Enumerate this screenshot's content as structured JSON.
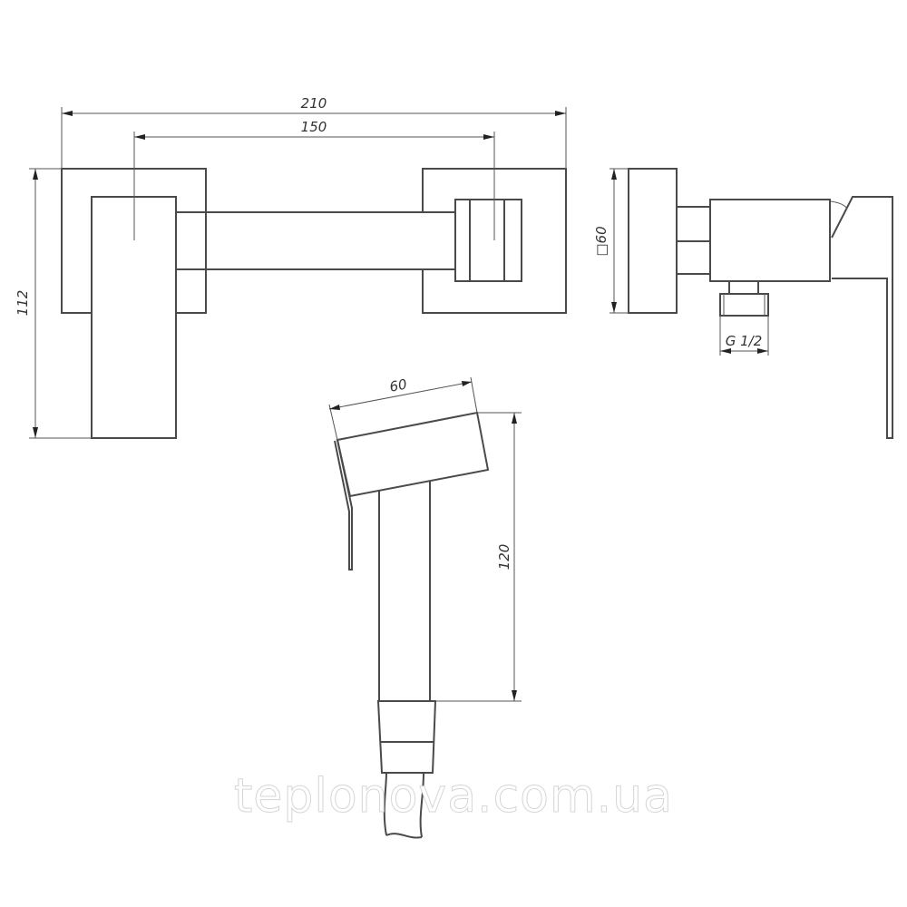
{
  "drawing": {
    "front_view": {
      "dim_overall_width": "210",
      "dim_center_distance": "150",
      "dim_height": "112"
    },
    "side_view": {
      "dim_plate_size": "□60",
      "dim_thread": "G 1/2"
    },
    "hand_shower": {
      "dim_head_length": "60",
      "dim_length": "120"
    },
    "watermark": "teplonova.com.ua"
  },
  "colors": {
    "line": "#4a4a4a",
    "dimension_line": "#555555",
    "background": "#ffffff"
  }
}
